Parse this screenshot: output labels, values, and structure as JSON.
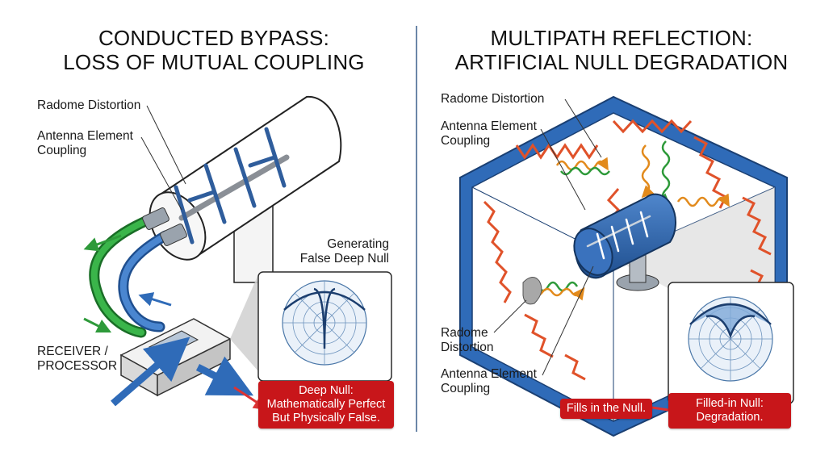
{
  "left_panel": {
    "title_line1": "CONDUCTED BYPASS:",
    "title_line2": "LOSS OF MUTUAL COUPLING",
    "label_radome": "Radome Distortion",
    "label_coupling_1": "Antenna Element",
    "label_coupling_2": "Coupling",
    "label_generating_1": "Generating",
    "label_generating_2": "False Deep Null",
    "label_receiver_1": "RECEIVER /",
    "label_receiver_2": "PROCESSOR",
    "callout_1": "Deep Null:",
    "callout_2": "Mathematically Perfect",
    "callout_3": "But Physically False."
  },
  "right_panel": {
    "title_line1": "MULTIPATH REFLECTION:",
    "title_line2": "ARTIFICIAL NULL DEGRADATION",
    "label_radome_top": "Radome Distortion",
    "label_coupling_top_1": "Antenna Element",
    "label_coupling_top_2": "Coupling",
    "label_radome_bottom_1": "Radome",
    "label_radome_bottom_2": "Distortion",
    "label_coupling_bottom_1": "Antenna Element",
    "label_coupling_bottom_2": "Coupling",
    "callout_fills": "Fills in the Null.",
    "callout_filled_1": "Filled-in Null:",
    "callout_filled_2": "Degradation."
  },
  "colors": {
    "blue_dark": "#1f4f8f",
    "blue_mid": "#2f6bb8",
    "blue_light": "#8fb6e0",
    "green": "#2e9a3a",
    "red": "#c8161a",
    "zigzag": "#e0522a",
    "gray": "#bdbdbd"
  }
}
